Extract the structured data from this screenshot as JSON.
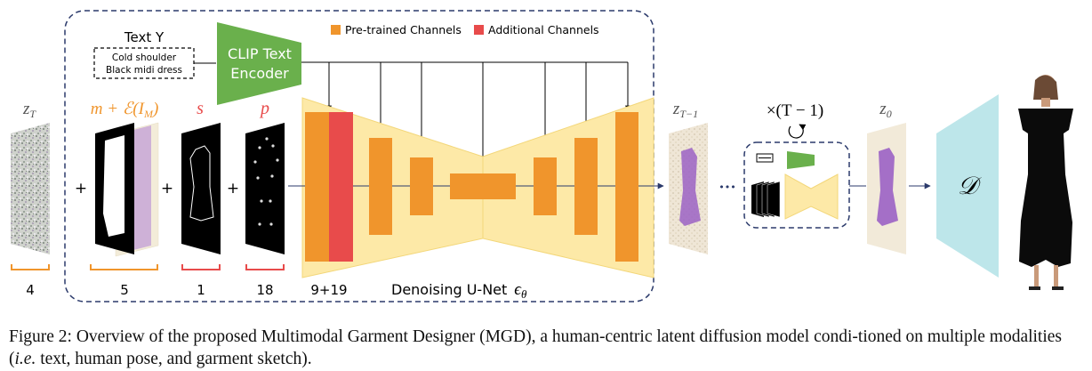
{
  "diagram": {
    "text_y": {
      "title": "Text Y",
      "lines": [
        "Cold shoulder",
        "Black midi dress"
      ]
    },
    "clip_encoder": {
      "line1": "CLIP Text",
      "line2": "Encoder"
    },
    "legend": {
      "pretrained": "Pre-trained Channels",
      "additional": "Additional Channels",
      "pretrained_color": "#f0952c",
      "additional_color": "#e84b4b"
    },
    "inputs": {
      "zT": {
        "label": "z",
        "sub": "T",
        "channels": "4"
      },
      "masked": {
        "label": "m + ℰ(I",
        "sub": "M",
        "tail": ")",
        "channels": "5"
      },
      "sketch": {
        "label": "s",
        "channels": "1"
      },
      "pose": {
        "label": "p",
        "channels": "18"
      },
      "plus": "+"
    },
    "unet": {
      "input_channels": "9+19",
      "title": "Denoising U-Net",
      "symbol": "ϵ",
      "symbol_sub": "θ",
      "fill": "#fde9a7"
    },
    "outputs": {
      "zT1": {
        "label": "z",
        "sub": "T−1"
      },
      "ellipsis": "•••",
      "repeat": "×(T − 1)",
      "z0": {
        "label": "z",
        "sub": "0"
      },
      "decoder": "𝒟",
      "decoder_color": "#bde6ea"
    }
  },
  "caption": {
    "figure": "Figure 2:",
    "text_a": "Overview of the proposed Multimodal Garment Designer (MGD), a human-centric latent diffusion model condi-tioned on multiple modalities (",
    "text_ie": "i.e.",
    "text_b": " text, human pose, and garment sketch)."
  }
}
